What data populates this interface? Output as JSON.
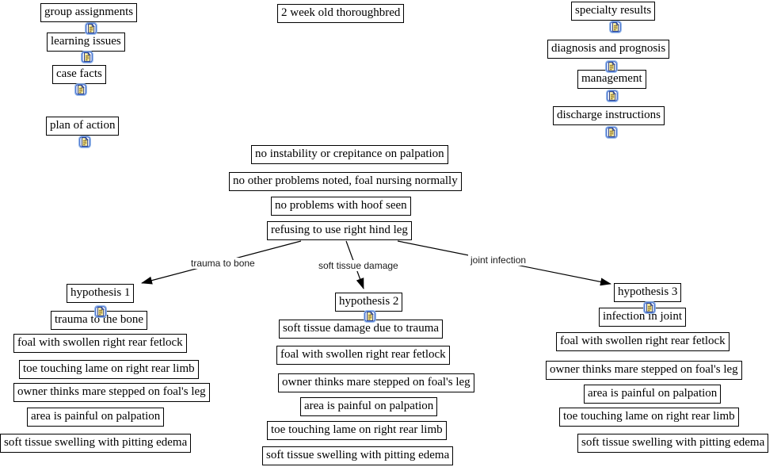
{
  "root_node": "2 week old thoroughbred",
  "nav_left": [
    "group assignments",
    "learning issues",
    "case facts",
    "plan of action"
  ],
  "nav_right": [
    "specialty results",
    "diagnosis and prognosis",
    "management",
    "discharge instructions"
  ],
  "findings": [
    "no instability or crepitance on palpation",
    "no other problems noted, foal nursing normally",
    "no problems with hoof seen",
    "refusing to use right hind leg"
  ],
  "link_labels": [
    "trauma to bone",
    "soft tissue damage",
    "joint infection"
  ],
  "hypotheses": [
    {
      "title": "hypothesis 1",
      "statement": "trauma to the bone",
      "evidence": [
        "foal with swollen right rear fetlock",
        "toe touching lame on right rear limb",
        "owner thinks mare stepped on foal's leg",
        "area is painful on palpation",
        "soft tissue swelling with pitting edema"
      ]
    },
    {
      "title": "hypothesis 2",
      "statement": "soft tissue damage due to trauma",
      "evidence": [
        "foal with swollen right rear fetlock",
        "owner thinks mare stepped on foal's leg",
        "area is painful on palpation",
        "toe touching lame on right rear limb",
        "soft tissue swelling with pitting edema"
      ]
    },
    {
      "title": "hypothesis 3",
      "statement": "infection in joint",
      "evidence": [
        "foal with swollen right rear fetlock",
        "owner thinks mare stepped on foal's leg",
        "area is painful on palpation",
        "toe touching lame on right rear limb",
        "soft tissue swelling with pitting edema"
      ]
    }
  ],
  "icons": {
    "resource": "document-resource-icon"
  },
  "colors": {
    "canvas_bg": "#ffffff",
    "box_border": "#000000",
    "text": "#000000",
    "arrow": "#000000",
    "icon_frame_outer_blue": "#8fb5e8",
    "icon_frame_blue": "#2f5fc9",
    "icon_page_yellow": "#fdf3a9",
    "icon_page_outline": "#1a2f7a",
    "icon_line_dark": "#8a6d1a"
  }
}
